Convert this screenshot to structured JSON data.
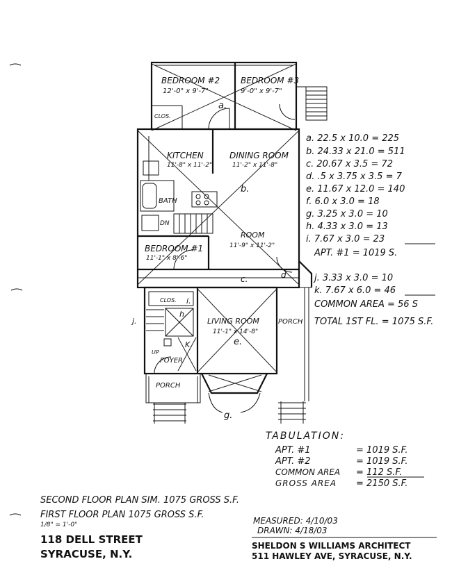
{
  "plan": {
    "rooms": {
      "bedroom2": "BEDROOM #2",
      "bedroom2_dim": "12'-0\" x 9'-7\"",
      "bedroom3": "BEDROOM #3",
      "bedroom3_dim": "9'-0\" x 9'-7\"",
      "clos_upper": "CLOS.",
      "kitchen": "KITCHEN",
      "kitchen_dim": "11'-8\" x 11'-2\"",
      "dining": "DINING ROOM",
      "dining_dim": "11'-2\" x 11'-8\"",
      "bath": "BATH",
      "dn": "DN",
      "room": "ROOM",
      "room_dim": "11'-9\" x 11'-2\"",
      "bedroom1": "BEDROOM #1",
      "bedroom1_dim": "11'-1\" x 8'-6\"",
      "clos_lower": "CLOS.",
      "living": "LIVING ROOM",
      "living_dim": "11'-1\" x 14'-8\"",
      "porch_side": "PORCH",
      "up": "UP",
      "foyer": "FOYER",
      "porch_front": "PORCH"
    },
    "area_labels": {
      "a": "a.",
      "b": "b.",
      "c": "c.",
      "d": "d",
      "e": "e.",
      "h": "h.",
      "i": "i.",
      "j": "j.",
      "k": "K.",
      "g": "g."
    }
  },
  "calculations": {
    "lines": [
      "a. 22.5 x 10.0 = 225",
      "b. 24.33 x 21.0 = 511",
      "c. 20.67 x 3.5 = 72",
      "d. .5 x 3.75 x 3.5 = 7",
      "e. 11.67 x 12.0 = 140",
      "f. 6.0 x 3.0 = 18",
      "g. 3.25 x 3.0 = 10",
      "h. 4.33 x 3.0 = 13",
      "i. 7.67 x 3.0 = 23"
    ],
    "apt1_total": "APT. #1 = 1019 S.",
    "common_lines": [
      "j. 3.33 x 3.0 = 10",
      "k. 7.67 x 6.0 = 46"
    ],
    "common_total": "COMMON AREA = 56 S",
    "total_first": "TOTAL 1ST FL. = 1075 S.F."
  },
  "tabulation": {
    "heading": "TABULATION:",
    "rows": [
      {
        "label": "APT. #1",
        "value": "= 1019 S.F."
      },
      {
        "label": "APT. #2",
        "value": "= 1019 S.F."
      },
      {
        "label": "COMMON AREA",
        "value": "= 112 S.F."
      },
      {
        "label": "GROSS AREA",
        "value": "= 2150 S.F."
      }
    ]
  },
  "title_block": {
    "second_floor": "SECOND FLOOR PLAN SIM. 1075 GROSS S.F.",
    "first_floor": "FIRST FLOOR PLAN 1075 GROSS S.F.",
    "scale": "1/8\" = 1'-0\"",
    "address": "118 DELL STREET",
    "city": "SYRACUSE, N.Y.",
    "measured": "MEASURED: 4/10/03",
    "drawn": "DRAWN: 4/18/03",
    "architect": "SHELDON S WILLIAMS ARCHITECT",
    "architect_address": "511 HAWLEY AVE, SYRACUSE, N.Y."
  }
}
